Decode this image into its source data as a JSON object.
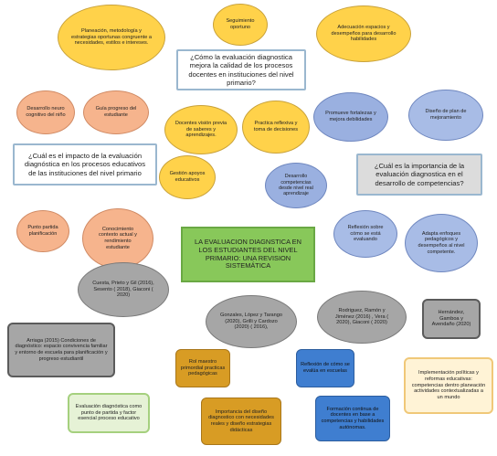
{
  "nodes": {
    "planeacion": "Planeación, metodología y estrategias oportunas congruente a necesidades, estilos e intereses.",
    "seguimiento": "Seguimiento oportuno",
    "adecuacion": "Adecuación espacios y desempeños para desarrollo habilidades",
    "q1": "¿Cómo la evaluación diagnostica mejora la calidad de los procesos docentes en instituciones del nivel primario?",
    "desarrollo_neuro": "Desarrollo neuro cognitivo del niño",
    "guia": "Guía progreso del estudiante",
    "docentes_vision": "Docentes visión previa de saberes y aprendizajes.",
    "practica": "Practica reflexiva y toma de decisiones",
    "promueve": "Promueve fortalezas y mejora debilidades",
    "diseno_plan": "Diseño de plan de mejoramiento",
    "q2": "¿Cuál es el impacto de la evaluación diagnóstica en los procesos educativos de las instituciones del nivel primario",
    "gestion": "Gestión apoyos educativos",
    "desarrollo_comp": "Desarrollo competencias desde nivel real aprendizaje",
    "q3": "¿Cuál es la importancia de la evaluación diagnostica en el desarrollo de competencias?",
    "punto_partida": "Punto partida planificación",
    "conocimiento": "Conocimiento contexto actual y rendimiento estudiante",
    "center": "LA EVALUACION DIAGNSTICA EN LOS ESTUDIANTES DEL NIVEL PRIMARIO: UNA REVISION SISTEMÁTICA",
    "reflexion_sobre": "Reflexión sobre cómo se está evaluando",
    "adapta": "Adapta enfoques pedagógicos y desempeños al nivel competente.",
    "cuesta": "Cuesta, Prieto y Gil (2016), Sesento ( 2018), Giaconi ( 2020)",
    "gonzales": "Gonzales, López y Tarango (2020), Grilli y Cardozo (2020) ( 2016),",
    "rodriguez": "Rodriguez, Ramón y Jiménez (2016) , Vera ( 2020), Giaconi ( 2020)",
    "hernandez": "Hernández, Gamboa y Avendaño (2020)",
    "arriaga": "Arriaga (2015) Condiciones de diagnóstico: espacio convivencia familiar y entorno de escuela para planificación y progreso estudiantil",
    "rol_maestro": "Rol maestro primordial practicas pedagógicas",
    "reflexion_como": "Reflexión de cómo se evalúa en escuelas",
    "implementacion": "Implementación políticas y reformas educativas: competencias dentro planeación actividades contextualizadas a un mundo",
    "eval_diag": "Evaluación diagnóstica como punto de partida y factor esencial proceso educativo",
    "importancia": "Importancia del diseño diagnostico con necesidades reales y diseño estrategias didácticas",
    "formacion": "Formación continua de docentes en base a competencias y habilidades autónomas."
  }
}
